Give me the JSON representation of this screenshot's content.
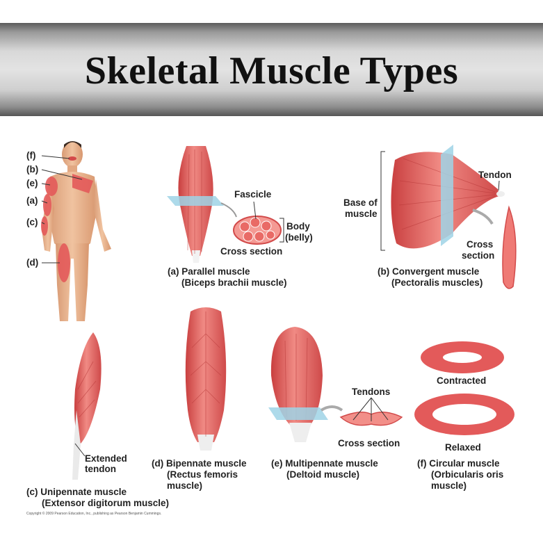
{
  "title": "Skeletal Muscle Types",
  "body_labels": [
    "(f)",
    "(b)",
    "(e)",
    "(a)",
    "(c)",
    "(d)"
  ],
  "parallel": {
    "fascicle": "Fascicle",
    "body": "Body",
    "belly": "(belly)",
    "cross_section": "Cross section",
    "caption_1": "(a) Parallel muscle",
    "caption_2": "(Biceps brachii muscle)"
  },
  "convergent": {
    "tendon": "Tendon",
    "base_1": "Base of",
    "base_2": "muscle",
    "cross_1": "Cross",
    "cross_2": "section",
    "caption_1": "(b) Convergent muscle",
    "caption_2": "(Pectoralis muscles)"
  },
  "unipennate": {
    "extended_1": "Extended",
    "extended_2": "tendon",
    "caption_1": "(c) Unipennate muscle",
    "caption_2": "(Extensor digitorum muscle)"
  },
  "bipennate": {
    "caption_1": "(d) Bipennate muscle",
    "caption_2": "(Rectus femoris",
    "caption_3": "muscle)"
  },
  "multipennate": {
    "tendons": "Tendons",
    "cross_section": "Cross section",
    "caption_1": "(e) Multipennate muscle",
    "caption_2": "(Deltoid muscle)"
  },
  "circular": {
    "contracted": "Contracted",
    "relaxed": "Relaxed",
    "caption_1": "(f) Circular muscle",
    "caption_2": "(Orbicularis oris",
    "caption_3": "muscle)"
  },
  "copyright": "Copyright © 2009 Pearson Education, Inc., publishing as Pearson Benjamin Cummings.",
  "colors": {
    "muscle": "#e35a5a",
    "muscle_light": "#f29a94",
    "tendon": "#eeeeee",
    "plane": "#9fd3e6",
    "skin": "#e9b48f"
  }
}
